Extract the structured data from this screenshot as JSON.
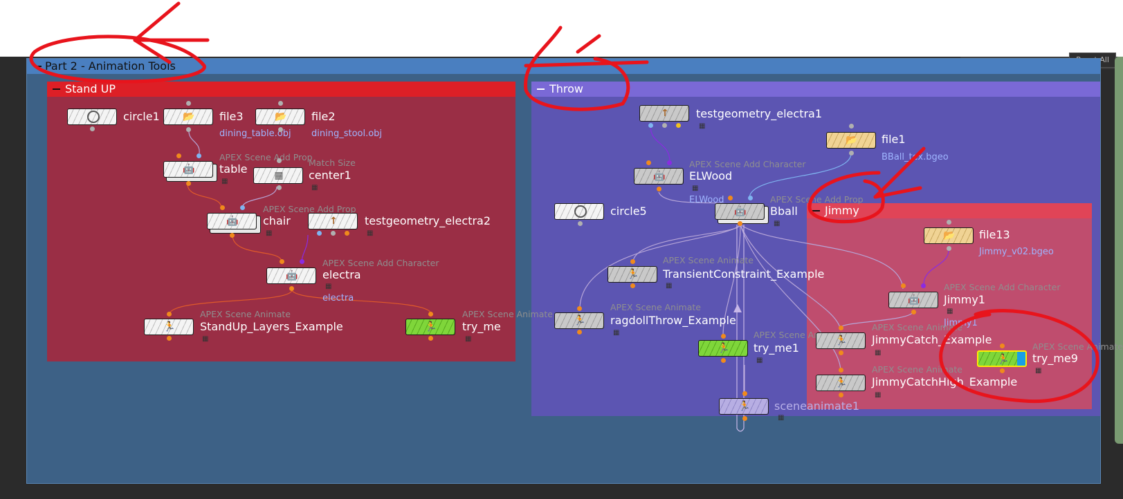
{
  "toolbar": {
    "reset_all": "Reset All"
  },
  "boxes": {
    "part2": "Part 2 - Animation Tools",
    "standup": "Stand UP",
    "throw": "Throw",
    "jimmy": "Jimmy"
  },
  "standup": {
    "circle1": "circle1",
    "file3": "file3",
    "file3_sub": "dining_table.obj",
    "file2": "file2",
    "file2_sub": "dining_stool.obj",
    "table_type": "APEX Scene Add Prop",
    "table": "table",
    "center1_type": "Match Size",
    "center1": "center1",
    "chair_type": "APEX Scene Add Prop",
    "chair": "chair",
    "testgeo2": "testgeometry_electra2",
    "electra_type": "APEX Scene Add Character",
    "electra": "electra",
    "electra_sub": "electra",
    "standup_type": "APEX Scene Animate",
    "standup_layers": "StandUp_Layers_Example",
    "tryme_type": "APEX Scene Animate",
    "try_me": "try_me"
  },
  "throw": {
    "testgeo1": "testgeometry_electra1",
    "file1": "file1",
    "file1_sub": "BBall_tex.bgeo",
    "elwood_type": "APEX Scene Add Character",
    "elwood": "ELWood",
    "elwood_sub": "ELWood",
    "circle5": "circle5",
    "bball_type": "APEX Scene Add Prop",
    "bball": "Bball",
    "transient_type": "APEX Scene Animate",
    "transient": "TransientConstraint_Example",
    "ragdoll_type": "APEX Scene Animate",
    "ragdoll": "ragdollThrow_Example",
    "tryme1_type": "APEX Scene Animate",
    "try_me1": "try_me1",
    "sceneanimate1": "sceneanimate1"
  },
  "jimmy": {
    "file13": "file13",
    "file13_sub": "Jimmy_v02.bgeo",
    "jimmy1_type": "APEX Scene Add Character",
    "jimmy1": "Jimmy1",
    "jimmy1_sub": "Jimmy1",
    "catch_type": "APEX Scene Animate",
    "catch": "JimmyCatch_Example",
    "tryme9_type": "APEX Scene Animate",
    "try_me9": "try_me9",
    "catchhigh_type": "APEX Scene Animate",
    "catchhigh": "JimmyCatchHigh_Example"
  },
  "icons": [
    "circle-icon",
    "folder-icon",
    "arrow-up-icon",
    "figure-icon",
    "flag-icon",
    "minus-icon"
  ],
  "colors": {
    "standup": "#dd1f26",
    "throw": "#7a69d6",
    "jimmy": "#e04457",
    "part2": "#4a7fc0",
    "annotation": "#e8141c",
    "active_node": "#7fd63a"
  }
}
